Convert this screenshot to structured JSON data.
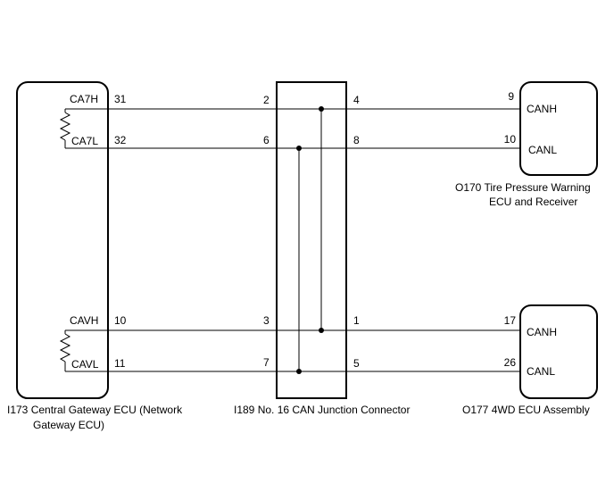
{
  "diagram": {
    "gateway": {
      "caption_line1": "I173 Central Gateway ECU (Network",
      "caption_line2": "Gateway ECU)",
      "signals": [
        "CA7H",
        "CA7L",
        "CAVH",
        "CAVL"
      ],
      "pins": [
        "31",
        "32",
        "10",
        "11"
      ]
    },
    "junction": {
      "caption": "I189  No. 16 CAN Junction Connector",
      "left_pins": [
        "2",
        "6",
        "3",
        "7"
      ],
      "right_pins": [
        "4",
        "8",
        "1",
        "5"
      ]
    },
    "tpws": {
      "caption_line1": "O170  Tire Pressure Warning",
      "caption_line2": "ECU and Receiver",
      "pins": [
        "9",
        "10"
      ],
      "signals": [
        "CANH",
        "CANL"
      ]
    },
    "fourwd": {
      "caption": "O177  4WD ECU Assembly",
      "pins": [
        "17",
        "26"
      ],
      "signals": [
        "CANH",
        "CANL"
      ]
    }
  }
}
